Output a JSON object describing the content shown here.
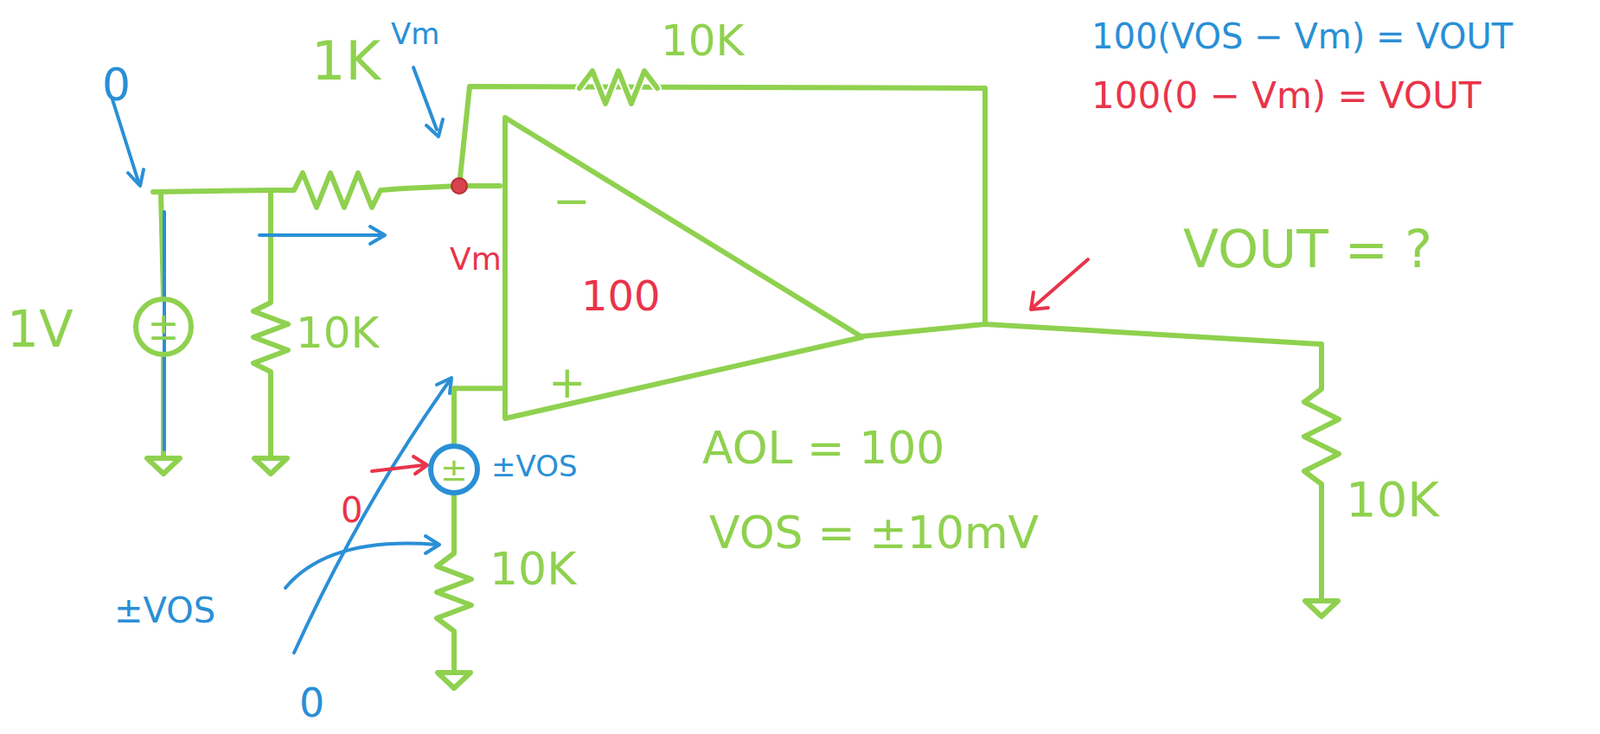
{
  "diagram": {
    "nodes": [
      {
        "text": [
          "−",
          "100",
          "+"
        ]
      },
      {
        "text": [
          "±"
        ]
      },
      {
        "text": [
          "±"
        ]
      }
    ],
    "edges": [
      {
        "from": 2,
        "to": 0,
        "arrow": "none"
      }
    ],
    "labels": [
      "0",
      "1K",
      "Vm",
      "10K",
      "100(VOS − Vm) = VOUT",
      "100(0 − Vm) = VOUT",
      "Vm",
      "VOUT = ?",
      "1V",
      "10K",
      "±VOS",
      "0",
      "AOL = 100",
      "10K",
      "VOS = ±10mV",
      "10K",
      "±VOS",
      "0"
    ]
  }
}
